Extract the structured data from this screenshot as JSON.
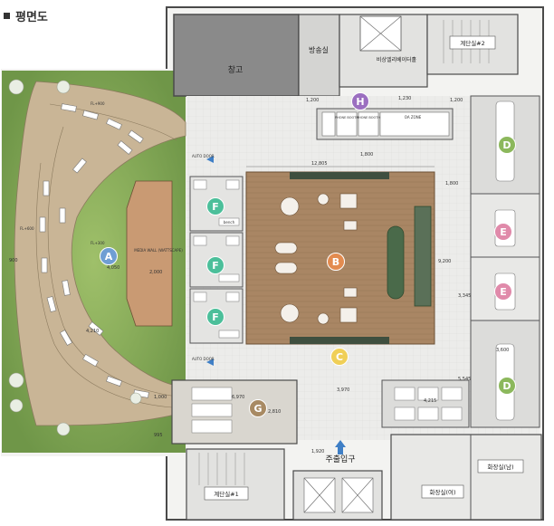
{
  "header": {
    "title": "평면도"
  },
  "colors": {
    "zone_A": "#6f9ed3",
    "zone_B": "#e38b4f",
    "zone_C": "#f0cf57",
    "zone_D": "#8cb85c",
    "zone_E": "#e08aaa",
    "zone_F": "#4cbf9a",
    "zone_G": "#a88a63",
    "zone_H": "#9b6fc0",
    "wood_floor": "#a98664",
    "garden": "#86ad5a",
    "corridor": "#eeeeec",
    "room_gray": "#8a8a8a",
    "wall": "#4a4a4a"
  },
  "rooms": {
    "storage": "창고",
    "broadcast": "방송실",
    "emergency_elevator": "비상엘리베이터홀",
    "stair2": "계단실#2",
    "stair1": "계단실#1",
    "main_entrance": "주출입구",
    "restroom_m": "화장실(남)",
    "restroom_f": "화장실(여)",
    "media_wall": "MEDIA WALL (WATTSCAPE)",
    "bench": "bench",
    "pantry": "OA ZONE"
  },
  "zones": [
    {
      "label": "A"
    },
    {
      "label": "B"
    },
    {
      "label": "C"
    },
    {
      "label": "D"
    },
    {
      "label": "D"
    },
    {
      "label": "E"
    },
    {
      "label": "E"
    },
    {
      "label": "F"
    },
    {
      "label": "F"
    },
    {
      "label": "F"
    },
    {
      "label": "G"
    },
    {
      "label": "H"
    }
  ],
  "dimensions": {
    "d_12805": "12,805",
    "d_1800a": "1,800",
    "d_1800b": "1,800",
    "d_1200a": "1,200",
    "d_1200b": "1,200",
    "d_1230": "1,230",
    "d_3970": "3,970",
    "d_4215": "4,215",
    "d_3345": "3,345",
    "d_5545": "5,545",
    "d_3600": "3,600",
    "d_6970": "6,970",
    "d_2810": "2,810",
    "d_4050": "4,050",
    "d_4210": "4,210",
    "d_2000": "2,000",
    "d_900": "900",
    "d_9200": "9,200",
    "d_1000": "1,000",
    "d_1920": "1,920",
    "d_995": "995"
  },
  "labels": {
    "auto_door": "AUTO DOOR",
    "auto_door_2": "AUTO DOOR",
    "phone_booth": "PHONE BOOTH",
    "phone_booth_2": "PHONE BOOTH",
    "fl_900": "FL+900",
    "fl_600": "FL+600",
    "fl_300": "FL+300"
  }
}
